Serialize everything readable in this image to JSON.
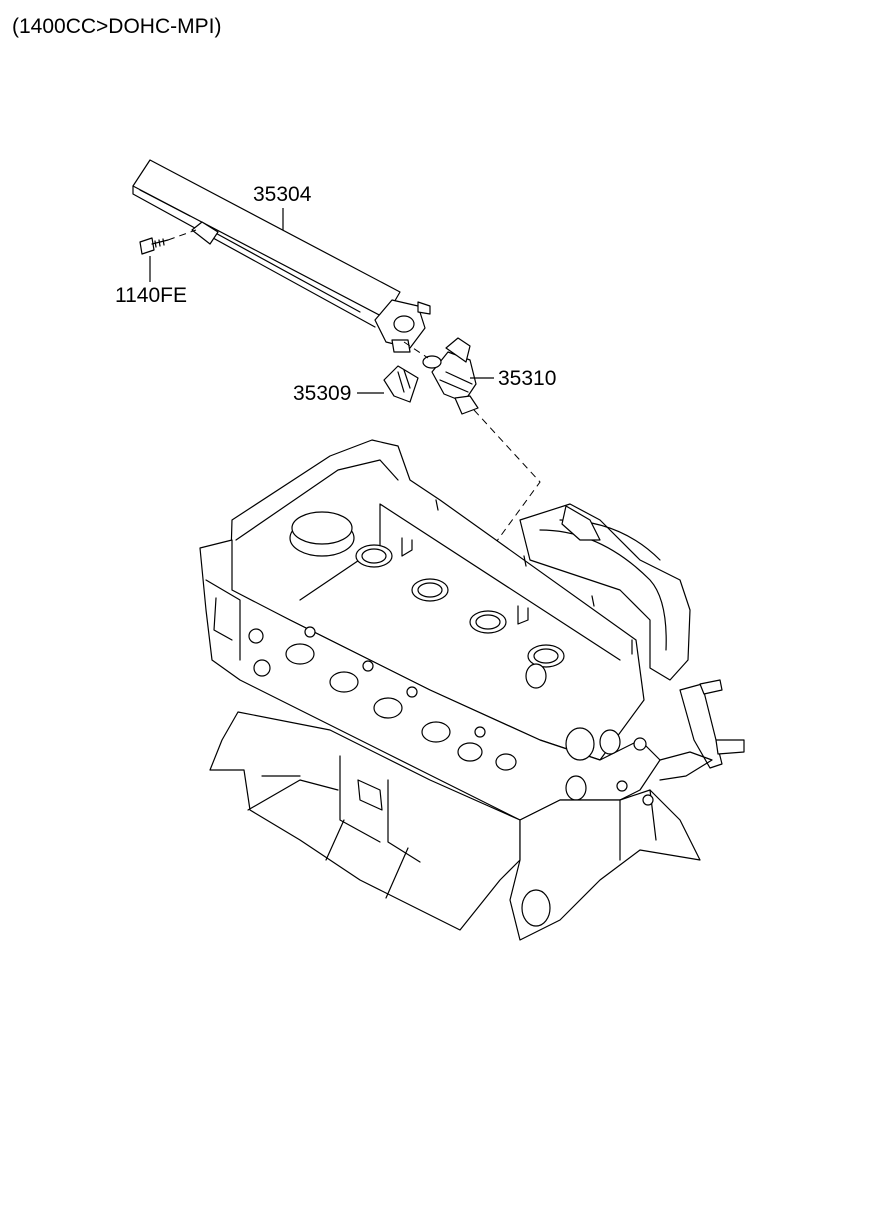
{
  "title": "(1400CC>DOHC-MPI)",
  "parts": [
    {
      "number": "35304",
      "name": "fuel-rail"
    },
    {
      "number": "1140FE",
      "name": "bolt"
    },
    {
      "number": "35310",
      "name": "injector"
    },
    {
      "number": "35309",
      "name": "injector-clip"
    }
  ]
}
